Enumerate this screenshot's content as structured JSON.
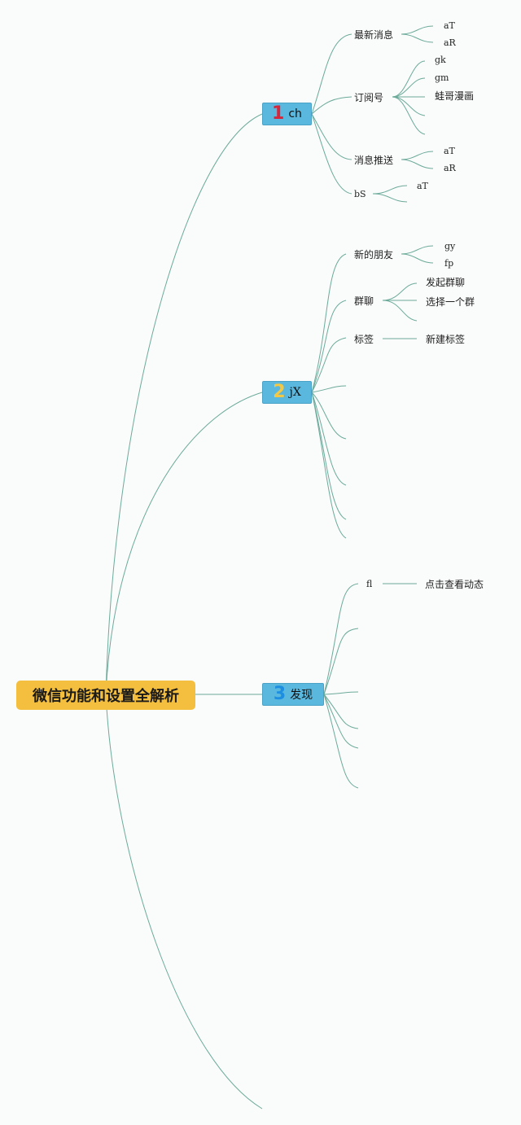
{
  "root": {
    "label": "微信功能和设置全解析"
  },
  "branches": [
    {
      "number": "1",
      "number_color": "#d9253a",
      "label": "ch",
      "children": [
        {
          "label": "最新消息",
          "children": [
            "aT",
            "aR"
          ]
        },
        {
          "label": "订阅号",
          "children": [
            "gk",
            "gm",
            "蛙哥漫画"
          ]
        },
        {
          "label": "消息推送",
          "children": [
            "aT",
            "aR"
          ]
        },
        {
          "label": "bS",
          "children": [
            "aT"
          ]
        }
      ]
    },
    {
      "number": "2",
      "number_color": "#f4c842",
      "label": "jX",
      "children": [
        {
          "label": "新的朋友",
          "children": [
            "gy",
            "fp"
          ]
        },
        {
          "label": "群聊",
          "children": [
            "发起群聊",
            "选择一个群"
          ]
        },
        {
          "label": "标签",
          "children": [
            "新建标签"
          ]
        }
      ]
    },
    {
      "number": "3",
      "number_color": "#1e8fe0",
      "label": "发现",
      "children": [
        {
          "label": "fl",
          "children": [
            "点击查看动态"
          ]
        }
      ]
    }
  ],
  "colors": {
    "line": "#6cab9a",
    "root_bg": "#f4bf3e",
    "branch_bg": "#5ab8de",
    "background": "#fafbfb"
  }
}
